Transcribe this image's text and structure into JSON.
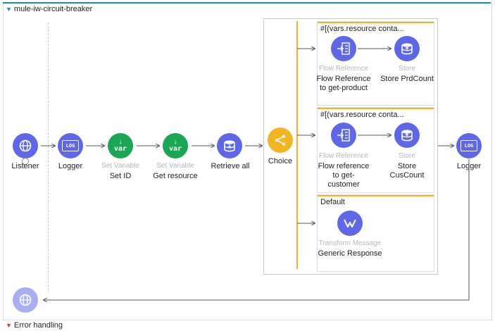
{
  "flow": {
    "title": "mule-iw-circuit-breaker"
  },
  "error_handling": {
    "title": "Error handling"
  },
  "nodes": {
    "listener": {
      "label": "Listener"
    },
    "logger1": {
      "label": "Logger"
    },
    "set_id": {
      "type": "Set Variable",
      "label": "Set ID"
    },
    "get_resource": {
      "type": "Set Variable",
      "label": "Get resource"
    },
    "retrieve_all": {
      "label": "Retrieve all"
    },
    "choice": {
      "label": "Choice"
    },
    "logger2": {
      "label": "Logger"
    }
  },
  "routes": [
    {
      "header": "#[(vars.resource conta...",
      "flow_ref": {
        "type": "Flow Reference",
        "label_line1": "Flow Reference",
        "label_line2": "to get-product"
      },
      "store": {
        "type": "Store",
        "label": "Store PrdCount"
      }
    },
    {
      "header": "#[(vars.resource conta...",
      "flow_ref": {
        "type": "Flow Reference",
        "label_line1": "Flow reference",
        "label_line2": "to get-",
        "label_line3": "customer"
      },
      "store": {
        "type": "Store",
        "label_line1": "Store",
        "label_line2": "CusCount"
      }
    },
    {
      "header": "Default",
      "transform": {
        "type": "Transform Message",
        "label": "Generic Response"
      }
    }
  ],
  "icons": {
    "logger_text": "LOG",
    "var_text": "var"
  },
  "colors": {
    "accent": "#1a88c9",
    "connector_blue": "#5d67e8",
    "variable_green": "#1aa653",
    "choice_yellow": "#f3b623",
    "error_red": "#d23a3a"
  }
}
